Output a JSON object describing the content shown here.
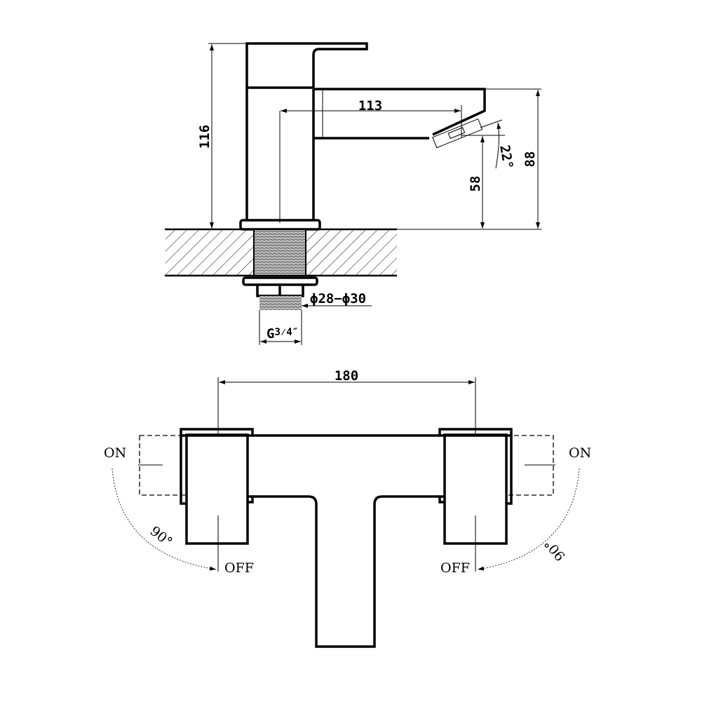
{
  "side_view": {
    "dim_height": "116",
    "dim_spout_reach": "113",
    "dim_spout_angle": "22°",
    "dim_spout_outlet_height": "58",
    "dim_spout_top_height": "88",
    "dim_hole_diameter": "ϕ28−ϕ30",
    "dim_thread_g": "G",
    "dim_thread_frac": "3⁄4″"
  },
  "top_view": {
    "dim_handle_spacing": "180",
    "left_on": "ON",
    "left_off": "OFF",
    "left_angle": "90°",
    "right_on": "ON",
    "right_off": "OFF",
    "right_angle": "90°"
  }
}
